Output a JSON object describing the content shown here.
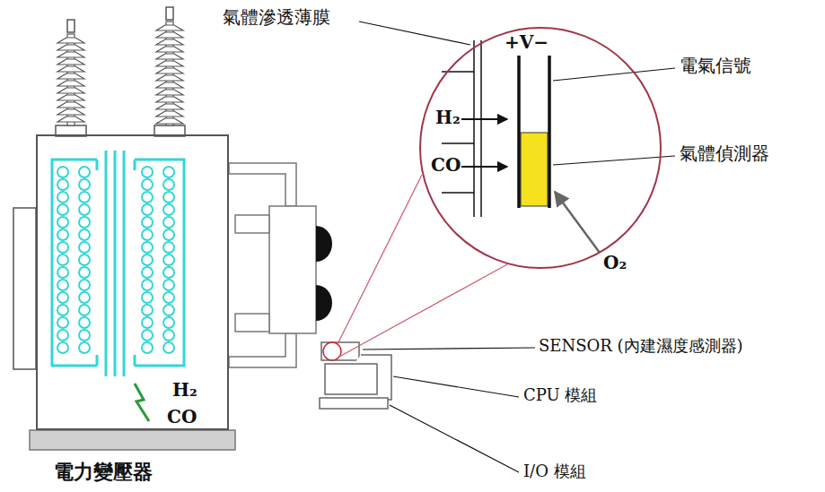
{
  "diagram": {
    "nodes": [
      {
        "text": [
          "H₂",
          "CO",
          "電力變壓器"
        ]
      },
      {
        "text": [
          "H₂",
          "CO",
          "+V−"
        ]
      }
    ],
    "labels": [
      "氣體滲透薄膜",
      "電氣信號",
      "氣體偵測器",
      "O₂",
      "SENSOR (內建濕度感測器)",
      "CPU 模組",
      "I/O 模組"
    ]
  }
}
